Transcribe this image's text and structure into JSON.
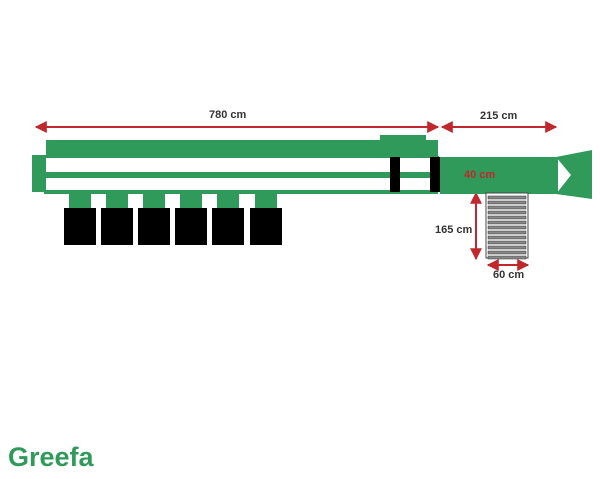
{
  "dimensions": {
    "length": "780 cm",
    "extension": "215 cm",
    "height": "40 cm",
    "side_length": "165 cm",
    "side_width": "60 cm"
  },
  "brand": "Greefa",
  "colors": {
    "machine_green": "#2f9a5a",
    "dimension_red": "#c0282d",
    "box_black": "#000000"
  }
}
